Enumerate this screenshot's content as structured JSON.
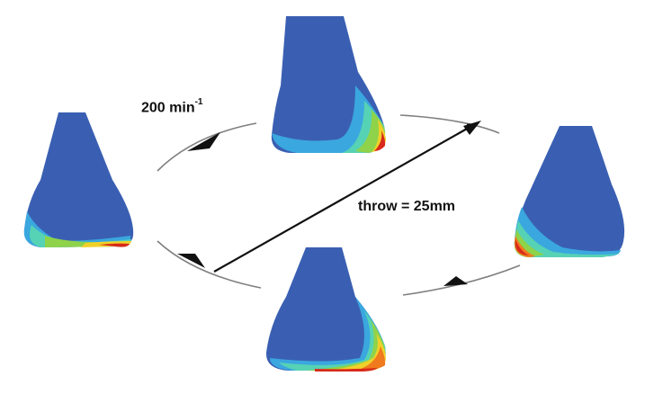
{
  "labels": {
    "speed": "200 min",
    "speed_exponent": "-1",
    "throw": "throw = 25mm"
  },
  "colors": {
    "background": "#ffffff",
    "body": "#3a5fb2",
    "stress_gradient": [
      "#3a5fb2",
      "#3aa7df",
      "#56d2b5",
      "#8ed34a",
      "#f0d12a",
      "#f07a1e",
      "#d82a1a"
    ],
    "orbit": "#7f7f7f",
    "arrow": "#111111"
  },
  "figure": {
    "orbit_direction": "clockwise",
    "positions": [
      "left",
      "top",
      "right",
      "bottom"
    ]
  }
}
